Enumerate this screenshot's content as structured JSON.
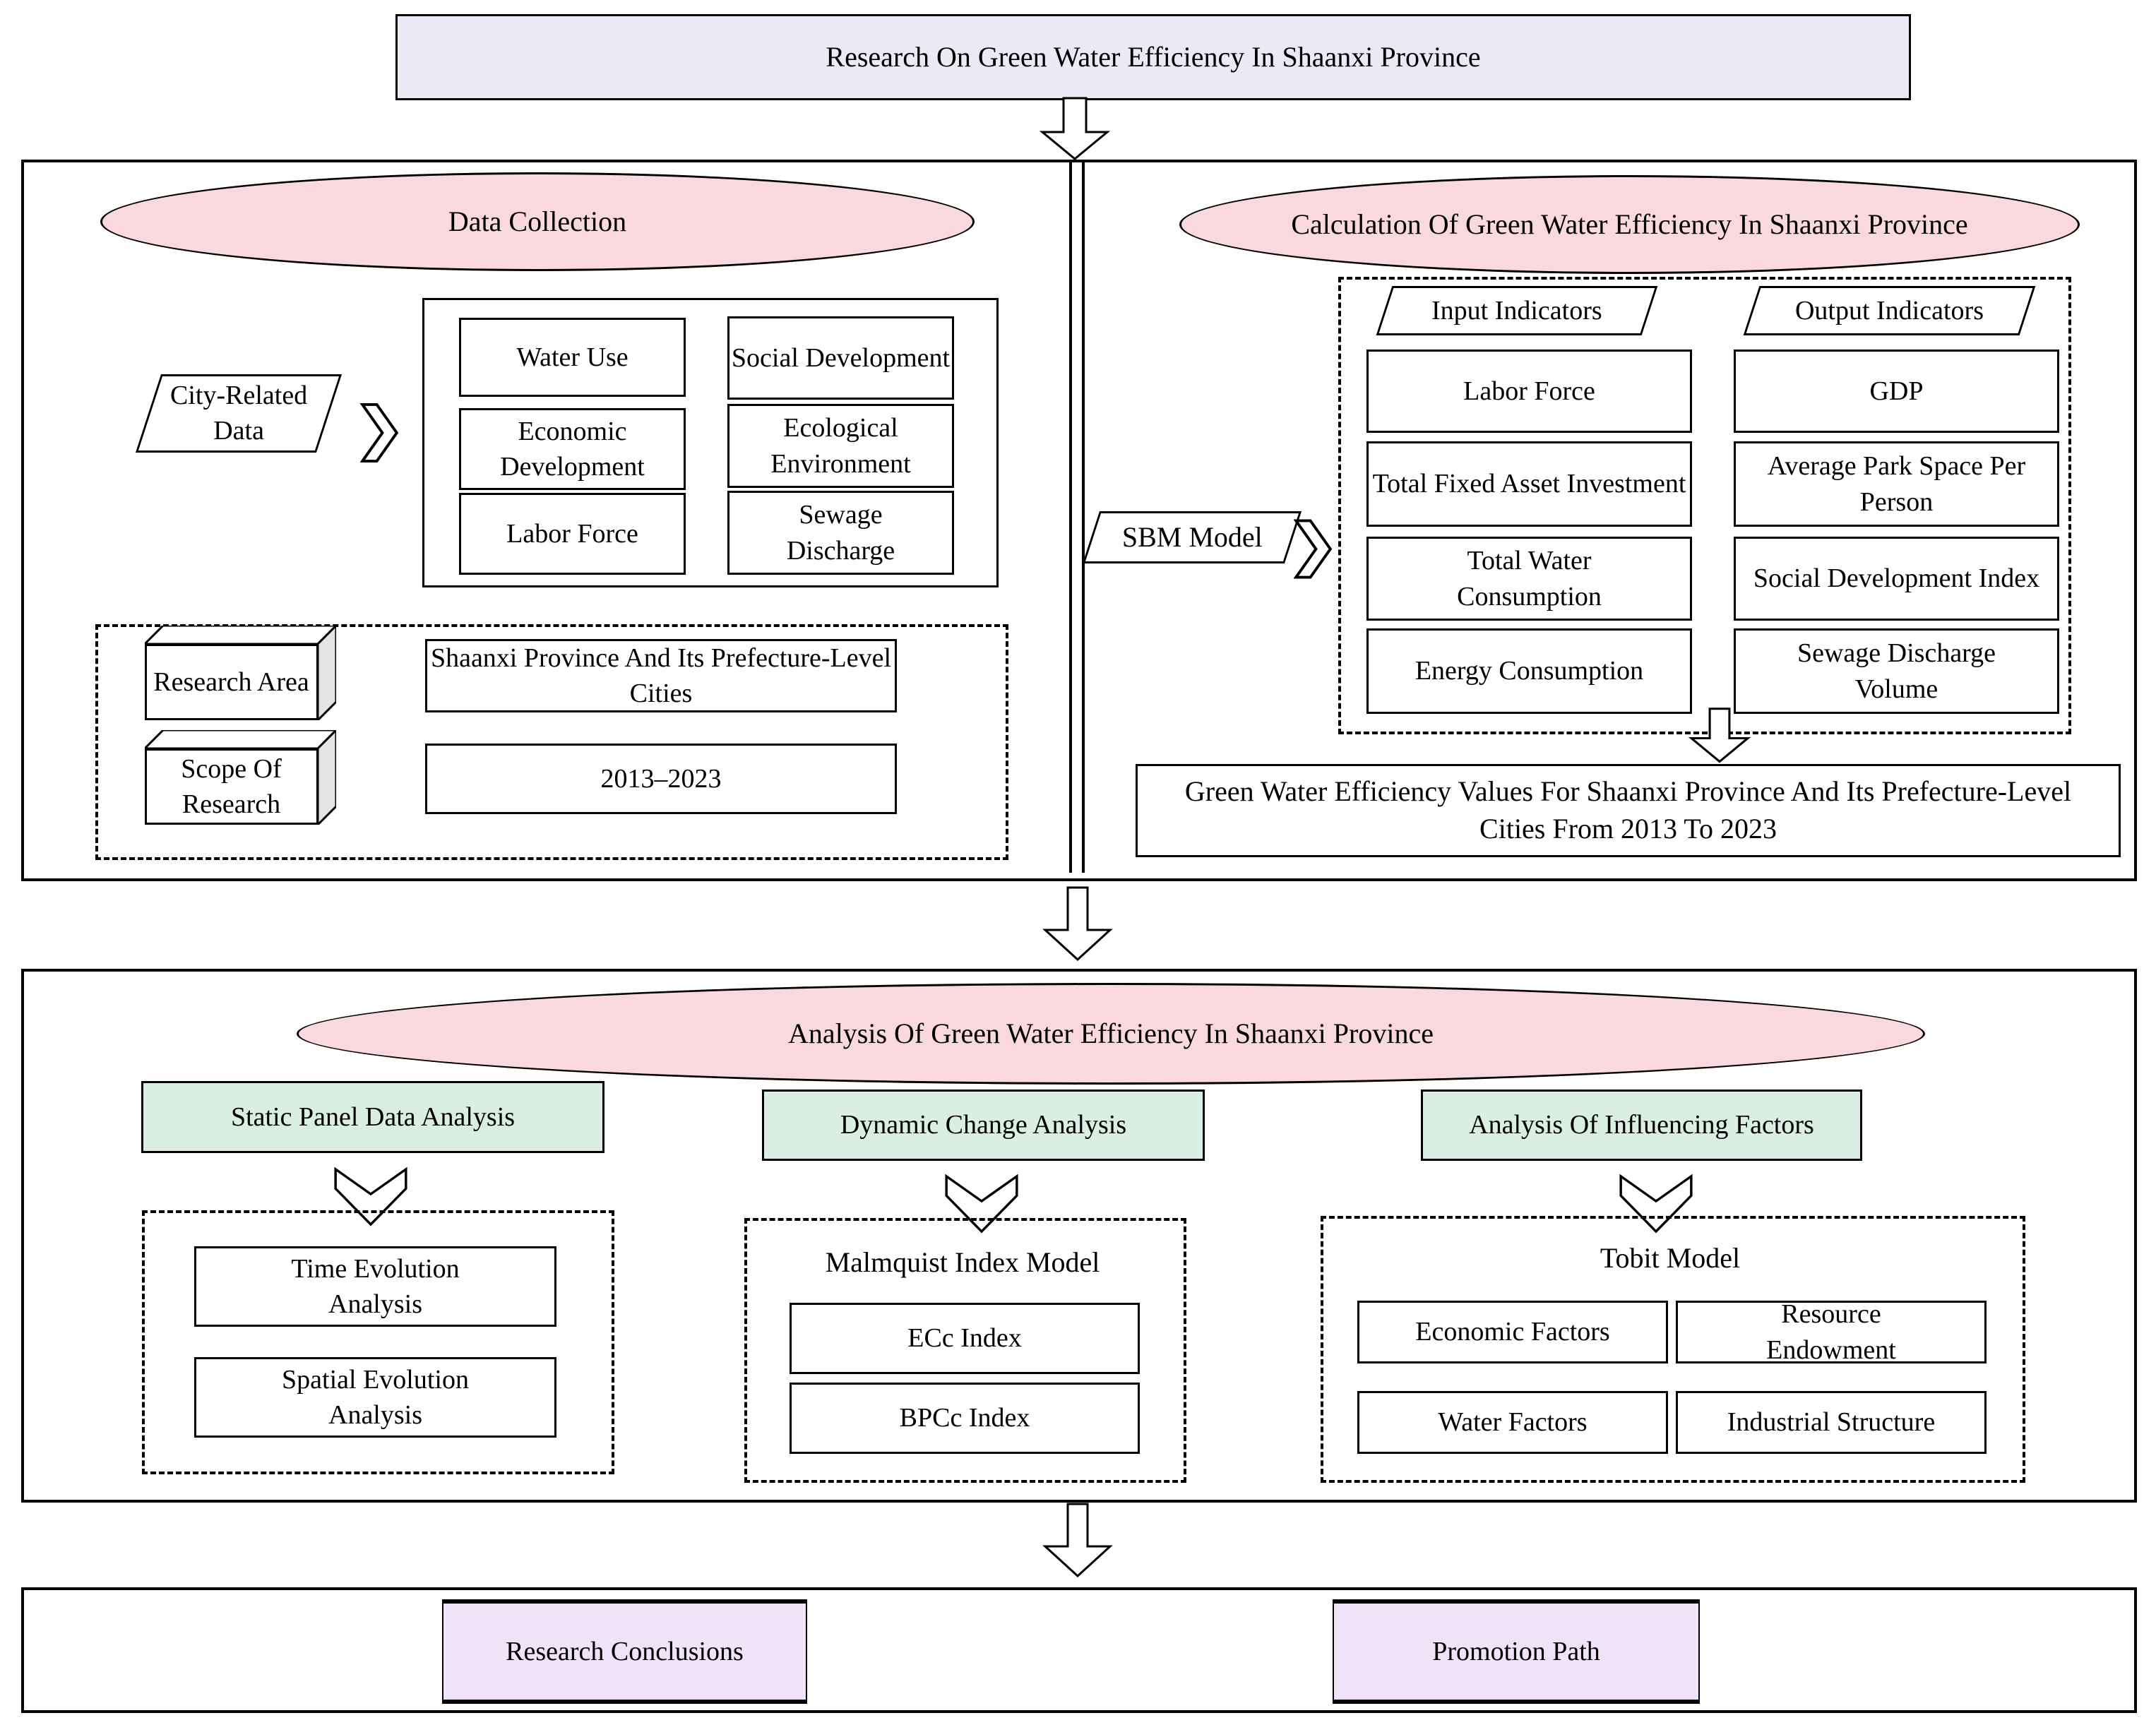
{
  "colors": {
    "ellipse_pink": "#FAD9DE",
    "branch_mint": "#D9EFE3",
    "indicator_cream": "#FAF0D4",
    "title_lavender": "#ECE8F4",
    "conclusion_lavender": "#EFE3FA"
  },
  "title": "Research On Green Water Efficiency In Shaanxi Province",
  "data_collection": {
    "heading": "Data Collection",
    "source": "City-Related Data",
    "categories": [
      "Water Use",
      "Social Development",
      "Economic Development",
      "Ecological Environment",
      "Labor Force",
      "Sewage Discharge"
    ],
    "research_area_label": "Research Area",
    "research_area_value": "Shaanxi Province And Its Prefecture-Level Cities",
    "scope_label": "Scope Of Research",
    "scope_value": "2013–2023"
  },
  "calculation": {
    "heading": "Calculation Of Green Water Efficiency In Shaanxi Province",
    "model": "SBM Model",
    "input_heading": "Input Indicators",
    "inputs": [
      "Labor Force",
      "Total Fixed Asset Investment",
      "Total Water Consumption",
      "Energy Consumption"
    ],
    "output_heading": "Output Indicators",
    "outputs": [
      "GDP",
      "Average Park Space Per Person",
      "Social Development Index",
      "Sewage Discharge Volume"
    ],
    "result": "Green Water Efficiency Values For Shaanxi Province And Its Prefecture-Level Cities From 2013 To 2023"
  },
  "analysis": {
    "heading": "Analysis Of Green Water Efficiency In Shaanxi Province",
    "static_label": "Static Panel Data Analysis",
    "static_items": [
      "Time Evolution Analysis",
      "Spatial Evolution Analysis"
    ],
    "dynamic_label": "Dynamic Change Analysis",
    "dynamic_model": "Malmquist Index Model",
    "dynamic_items": [
      "ECc Index",
      "BPCc Index"
    ],
    "factors_label": "Analysis Of Influencing Factors",
    "factors_model": "Tobit Model",
    "factors_items": [
      "Economic Factors",
      "Resource Endowment",
      "Water Factors",
      "Industrial Structure"
    ]
  },
  "conclusions": {
    "research": "Research Conclusions",
    "promotion": "Promotion Path"
  }
}
